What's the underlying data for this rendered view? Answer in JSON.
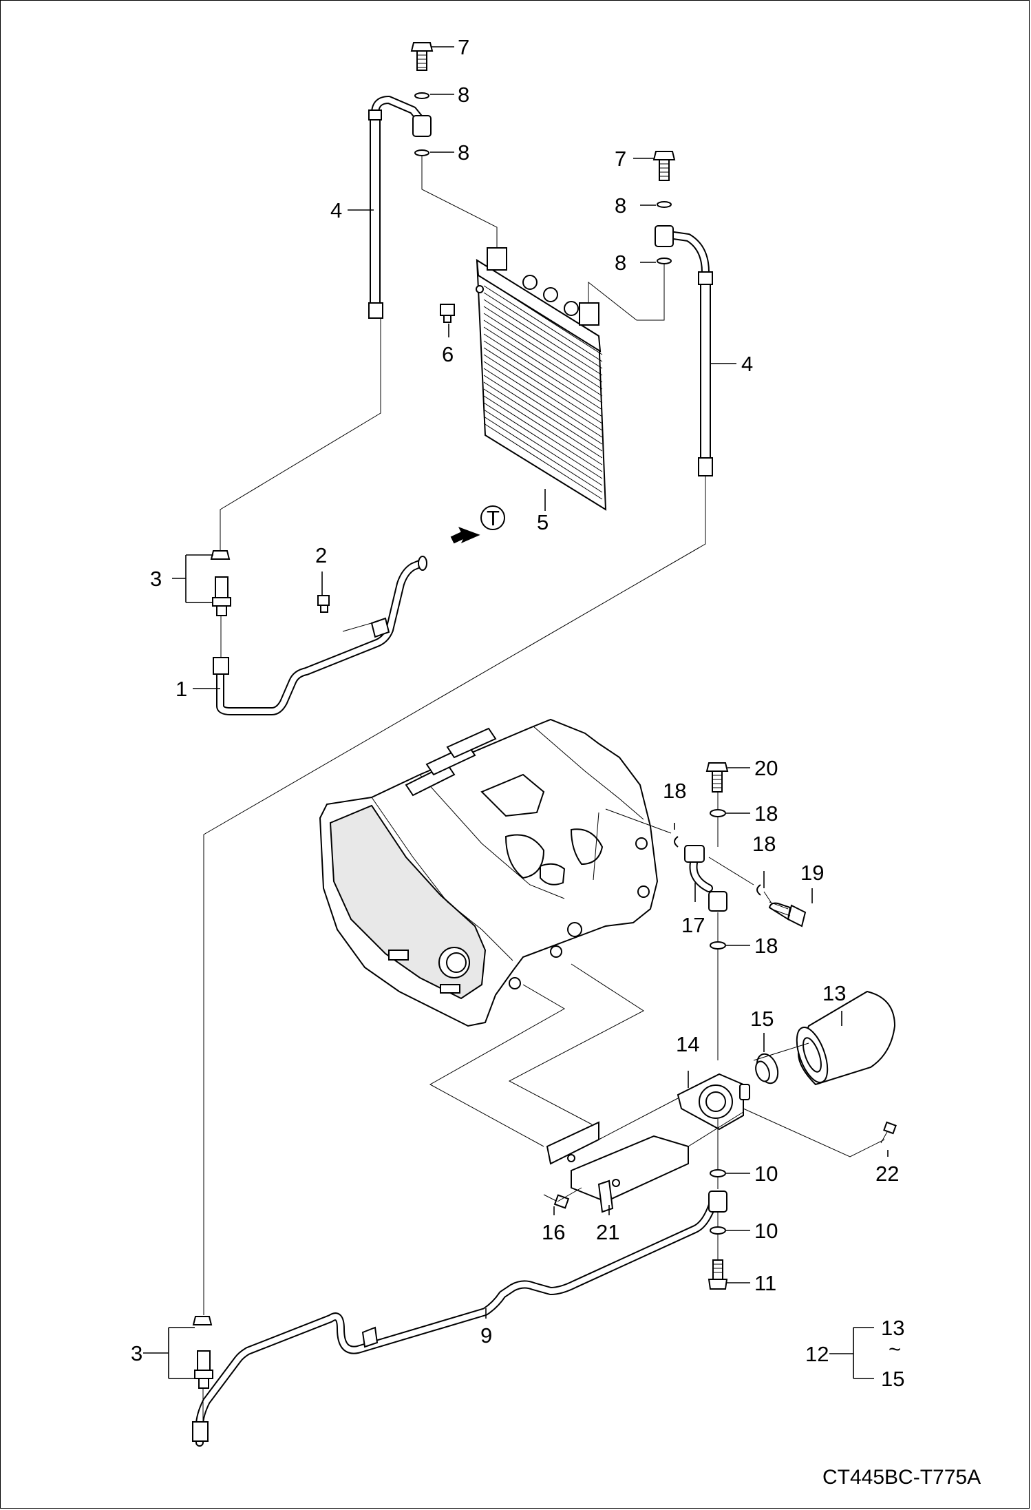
{
  "diagram": {
    "drawing_code": "CT445BC-T775A",
    "callouts": [
      {
        "id": "c7a",
        "text": "7"
      },
      {
        "id": "c8a",
        "text": "8"
      },
      {
        "id": "c8b",
        "text": "8"
      },
      {
        "id": "c4a",
        "text": "4"
      },
      {
        "id": "c7b",
        "text": "7"
      },
      {
        "id": "c8c",
        "text": "8"
      },
      {
        "id": "c8d",
        "text": "8"
      },
      {
        "id": "c6",
        "text": "6"
      },
      {
        "id": "c4b",
        "text": "4"
      },
      {
        "id": "c5",
        "text": "5"
      },
      {
        "id": "cT",
        "text": "T"
      },
      {
        "id": "c2",
        "text": "2"
      },
      {
        "id": "c3a",
        "text": "3"
      },
      {
        "id": "c1",
        "text": "1"
      },
      {
        "id": "c18a",
        "text": "18"
      },
      {
        "id": "c20",
        "text": "20"
      },
      {
        "id": "c18b",
        "text": "18"
      },
      {
        "id": "c18c",
        "text": "18"
      },
      {
        "id": "c19",
        "text": "19"
      },
      {
        "id": "c17",
        "text": "17"
      },
      {
        "id": "c18d",
        "text": "18"
      },
      {
        "id": "c13",
        "text": "13"
      },
      {
        "id": "c15",
        "text": "15"
      },
      {
        "id": "c14",
        "text": "14"
      },
      {
        "id": "c22",
        "text": "22"
      },
      {
        "id": "c10a",
        "text": "10"
      },
      {
        "id": "c16",
        "text": "16"
      },
      {
        "id": "c21",
        "text": "21"
      },
      {
        "id": "c10b",
        "text": "10"
      },
      {
        "id": "c11",
        "text": "11"
      },
      {
        "id": "c9",
        "text": "9"
      },
      {
        "id": "c3b",
        "text": "3"
      },
      {
        "id": "c12",
        "text": "12"
      },
      {
        "id": "c12top",
        "text": "13"
      },
      {
        "id": "c12tilde",
        "text": "~"
      },
      {
        "id": "c12bot",
        "text": "15"
      }
    ]
  }
}
